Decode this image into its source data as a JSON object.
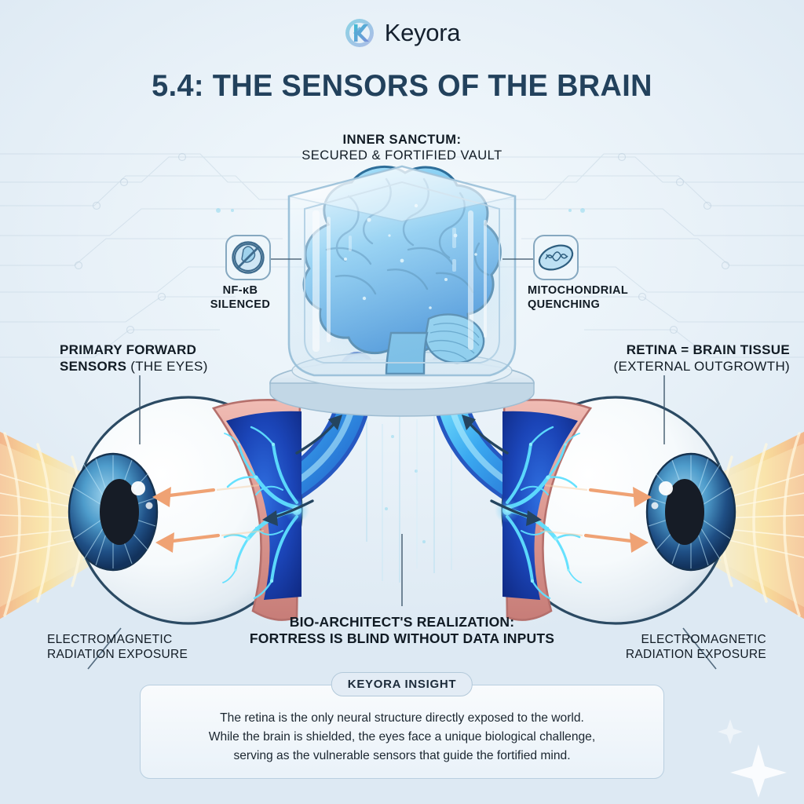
{
  "brand": {
    "name": "Keyora",
    "logo_icon": "keyora-k-logo-icon",
    "logo_gradient_from": "#3fbcd4",
    "logo_gradient_to": "#7b8fd8"
  },
  "title": "5.4: THE SENSORS OF THE BRAIN",
  "title_color": "#22415c",
  "labels": {
    "inner_sanctum": {
      "bold": "INNER SANCTUM:",
      "normal": "SECURED & FORTIFIED VAULT"
    },
    "nfkb": {
      "line1": "NF-κB",
      "line2": "SILENCED",
      "icon": "no-nfkb-prohibition-icon"
    },
    "mitochondrial": {
      "line1": "MITOCHONDRIAL",
      "line2": "QUENCHING",
      "icon": "mitochondrion-icon"
    },
    "primary_sensors": {
      "bold": "PRIMARY FORWARD",
      "bold2": "SENSORS",
      "normal": " (THE EYES)"
    },
    "retina": {
      "bold": "RETINA = BRAIN TISSUE",
      "normal": "(EXTERNAL OUTGROWTH)"
    },
    "realization": {
      "line1": "BIO-ARCHITECT'S REALIZATION:",
      "line2": "FORTRESS IS BLIND WITHOUT DATA INPUTS"
    },
    "emr_left": {
      "line1": "ELECTROMAGNETIC",
      "line2": "RADIATION EXPOSURE"
    },
    "emr_right": {
      "line1": "ELECTROMAGNETIC",
      "line2": "RADIATION EXPOSURE"
    }
  },
  "insight": {
    "badge": "KEYORA INSIGHT",
    "line1": "The retina is the only neural structure directly exposed to the world.",
    "line2": "While the brain is shielded, the eyes face a unique biological challenge,",
    "line3": "serving as the vulnerable sensors that guide the fortified mind."
  },
  "diagram": {
    "brain": "glowing-blue-brain-illustration",
    "shield": "glass-shield-vault",
    "platform": "vault-platform-base",
    "left_eye": "left-eye-cross-section",
    "right_eye": "right-eye-cross-section",
    "optic_nerves": "optic-nerve-pathways",
    "signal_arrows": "navy-signal-direction-arrows",
    "light_arrows": "orange-light-entry-arrows",
    "emr_beam_left": "electromagnetic-radiation-beam-left",
    "emr_beam_right": "electromagnetic-radiation-beam-right",
    "sparkle": "sparkle-decoration",
    "background": "circuit-trace-background"
  },
  "colors": {
    "background_top": "#f4fafd",
    "background_bottom": "#dde9f3",
    "neural_blue": "#1d56c4",
    "neural_cyan": "#52e4ff",
    "retina_pink": "#e09b96",
    "emr_orange": "#f0a27a",
    "emr_yellow": "#fbe08f",
    "arrow_navy": "#24445f",
    "iris_blue": "#3e8fc4"
  }
}
